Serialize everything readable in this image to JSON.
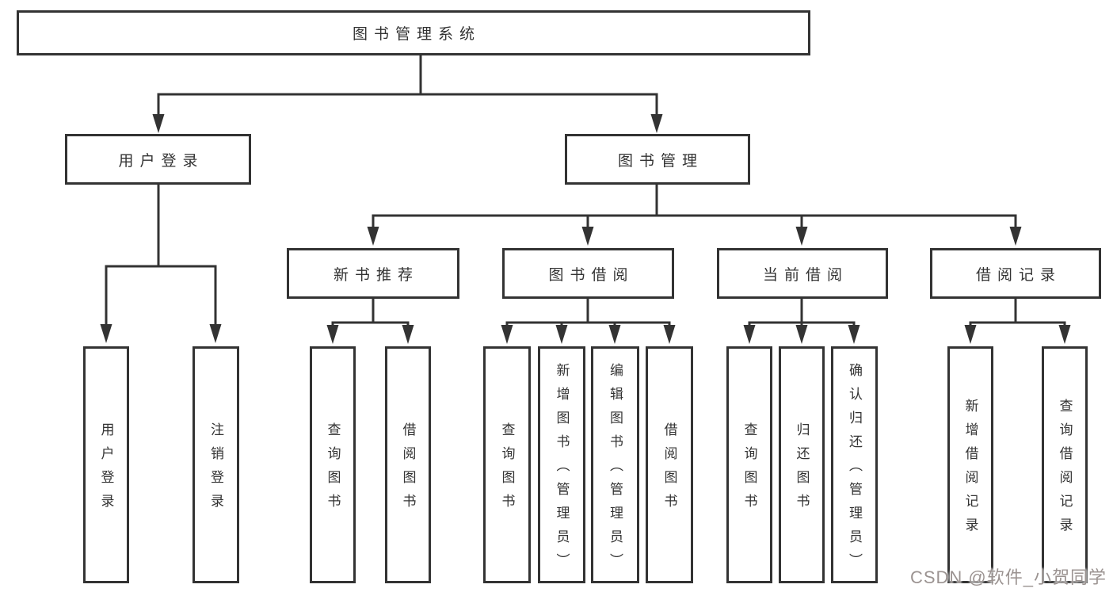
{
  "nodes": {
    "root": "图书管理系统",
    "user_login": "用户登录",
    "book_mgmt": "图书管理",
    "new_books": "新书推荐",
    "book_borrow": "图书借阅",
    "current_borrow": "当前借阅",
    "borrow_records": "借阅记录",
    "leaf_user_login": "用户登录",
    "leaf_logout": "注销登录",
    "nb_query_books": "查询图书",
    "nb_borrow_books": "借阅图书",
    "bb_query_books": "查询图书",
    "bb_add_books": "新增图书（管理员）",
    "bb_edit_books": "编辑图书（管理员）",
    "bb_borrow_books": "借阅图书",
    "cb_query_books": "查询图书",
    "cb_return_books": "归还图书",
    "cb_confirm_return": "确认归还（管理员）",
    "br_add_record": "新增借阅记录",
    "br_query_record": "查询借阅记录"
  },
  "hierarchy": [
    {
      "parent": "图书管理系统",
      "children": [
        "用户登录",
        "图书管理"
      ]
    },
    {
      "parent": "用户登录",
      "children": [
        "用户登录",
        "注销登录"
      ]
    },
    {
      "parent": "图书管理",
      "children": [
        "新书推荐",
        "图书借阅",
        "当前借阅",
        "借阅记录"
      ]
    },
    {
      "parent": "新书推荐",
      "children": [
        "查询图书",
        "借阅图书"
      ]
    },
    {
      "parent": "图书借阅",
      "children": [
        "查询图书",
        "新增图书（管理员）",
        "编辑图书（管理员）",
        "借阅图书"
      ]
    },
    {
      "parent": "当前借阅",
      "children": [
        "查询图书",
        "归还图书",
        "确认归还（管理员）"
      ]
    },
    {
      "parent": "借阅记录",
      "children": [
        "新增借阅记录",
        "查询借阅记录"
      ]
    }
  ],
  "watermark": "CSDN @软件_小贺同学",
  "colors": {
    "line": "#333333",
    "text": "#333333",
    "background": "#ffffff",
    "watermark": "#9b9391"
  }
}
